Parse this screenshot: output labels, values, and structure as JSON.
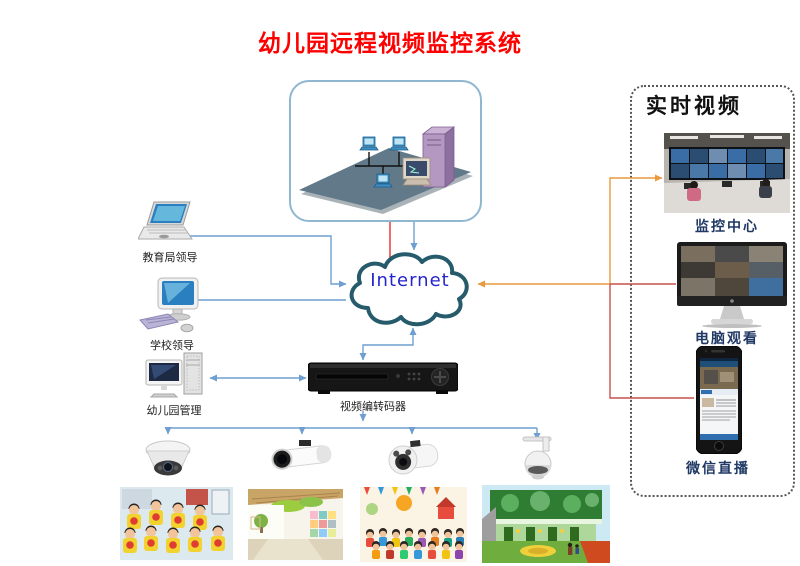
{
  "title": "幼儿园远程视频监控系统",
  "internet": {
    "label": "Internet"
  },
  "left_devices": [
    {
      "label": "教育局领导",
      "icon": "laptop-icon"
    },
    {
      "label": "学校领导",
      "icon": "desktop-computer-icon"
    },
    {
      "label": "幼儿园管理",
      "icon": "workstation-tower-icon"
    }
  ],
  "encoder": {
    "label": "视频编转码器",
    "icon": "dvr-encoder-icon"
  },
  "realtime_panel": {
    "title": "实时视频",
    "items": [
      {
        "label": "监控中心",
        "image": "control-room-photo"
      },
      {
        "label": "电脑观看",
        "image": "pc-monitor-photo"
      },
      {
        "label": "微信直播",
        "image": "smartphone-photo"
      }
    ]
  },
  "cameras": [
    {
      "name": "dome-camera"
    },
    {
      "name": "bullet-camera"
    },
    {
      "name": "ir-bullet-camera"
    },
    {
      "name": "ptz-speed-dome-camera"
    }
  ],
  "photos": [
    {
      "name": "kids-group-photo"
    },
    {
      "name": "kindergarten-hallway-photo"
    },
    {
      "name": "classroom-group-photo"
    },
    {
      "name": "kindergarten-building-photo"
    }
  ],
  "colors": {
    "title_red": "#FE0000",
    "label_navy": "#1F3864",
    "internet_blue": "#2525CD",
    "cloud_outline": "#265B6B",
    "wire_blue": "#6F9FD0",
    "wire_red": "#E8312A",
    "wire_orange": "#E89A3C",
    "wire_crimson": "#C9514C"
  }
}
